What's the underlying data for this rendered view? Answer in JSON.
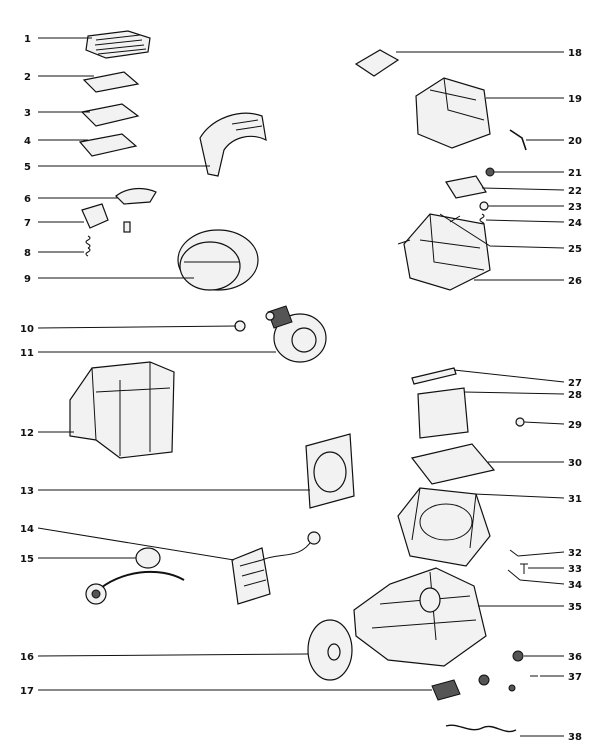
{
  "parts": [
    {
      "n": "1"
    },
    {
      "n": "2"
    },
    {
      "n": "3"
    },
    {
      "n": "4"
    },
    {
      "n": "5"
    },
    {
      "n": "6"
    },
    {
      "n": "7"
    },
    {
      "n": "8"
    },
    {
      "n": "9"
    },
    {
      "n": "10"
    },
    {
      "n": "11"
    },
    {
      "n": "12"
    },
    {
      "n": "13"
    },
    {
      "n": "14"
    },
    {
      "n": "15"
    },
    {
      "n": "16"
    },
    {
      "n": "17"
    },
    {
      "n": "18"
    },
    {
      "n": "19"
    },
    {
      "n": "20"
    },
    {
      "n": "21"
    },
    {
      "n": "22"
    },
    {
      "n": "23"
    },
    {
      "n": "24"
    },
    {
      "n": "25"
    },
    {
      "n": "26"
    },
    {
      "n": "27"
    },
    {
      "n": "28"
    },
    {
      "n": "29"
    },
    {
      "n": "30"
    },
    {
      "n": "31"
    },
    {
      "n": "32"
    },
    {
      "n": "33"
    },
    {
      "n": "34"
    },
    {
      "n": "35"
    },
    {
      "n": "36"
    },
    {
      "n": "37"
    },
    {
      "n": "38"
    }
  ]
}
